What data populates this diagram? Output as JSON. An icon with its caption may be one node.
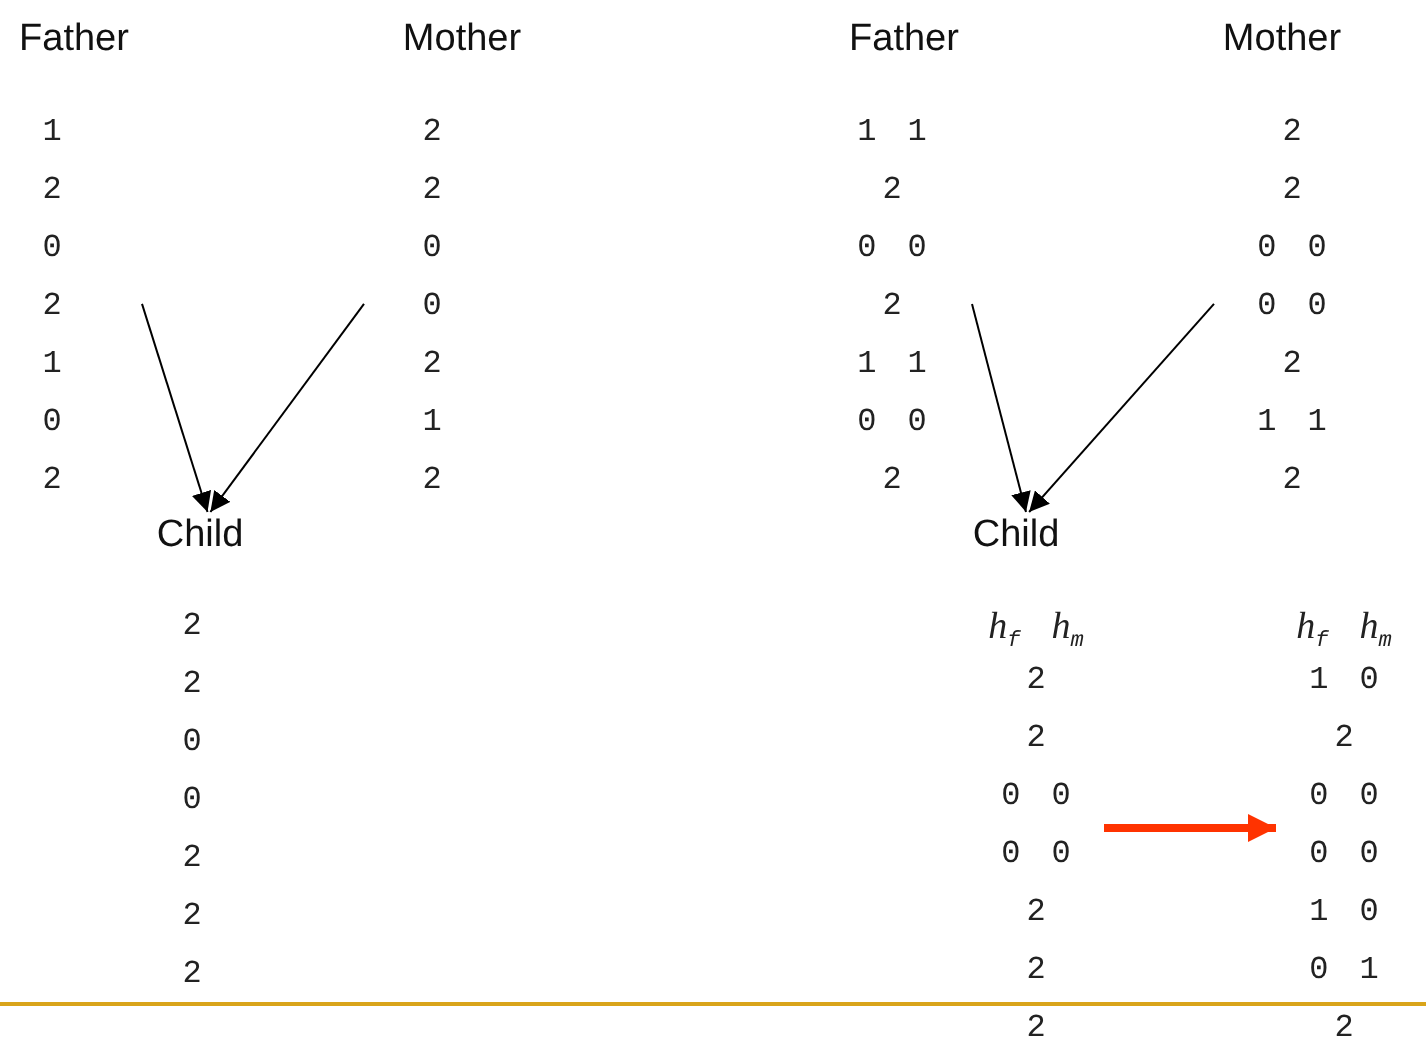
{
  "diagram": {
    "nodes": [
      {
        "text": [
          "Father",
          "1",
          "2",
          "0",
          "2",
          "1",
          "0",
          "2"
        ]
      },
      {
        "text": [
          "Mother",
          "2",
          "2",
          "0",
          "0",
          "2",
          "1",
          "2"
        ]
      },
      {
        "text": [
          "Child",
          "2",
          "2",
          "0",
          "0",
          "2",
          "2",
          "2"
        ]
      },
      {
        "text": [
          "Father",
          "1 1",
          "2",
          "0 0",
          "2",
          "1 1",
          "0 0",
          "2"
        ]
      },
      {
        "text": [
          "Mother",
          "2",
          "2",
          "0 0",
          "0 0",
          "2",
          "1 1",
          "2"
        ]
      },
      {
        "text": [
          "Child",
          "*h*$_{f}$ *h*$_{m}$",
          "2",
          "2",
          "0 0",
          "0 0",
          "2",
          "2",
          "2"
        ]
      },
      {
        "text": [
          "*h*$_{f}$ *h*$_{m}$",
          "1 0",
          "2",
          "0 0",
          "0 0",
          "1 0",
          "0 1",
          "2"
        ]
      }
    ],
    "edges": [
      {
        "from": 0,
        "to": 2,
        "arrow": "to"
      },
      {
        "from": 1,
        "to": 2,
        "arrow": "to"
      },
      {
        "from": 3,
        "to": 5,
        "arrow": "to"
      },
      {
        "from": 4,
        "to": 5,
        "arrow": "to"
      },
      {
        "from": 5,
        "to": 6,
        "arrow": "to",
        "style": "thick",
        "color": "#ff3300"
      }
    ]
  }
}
